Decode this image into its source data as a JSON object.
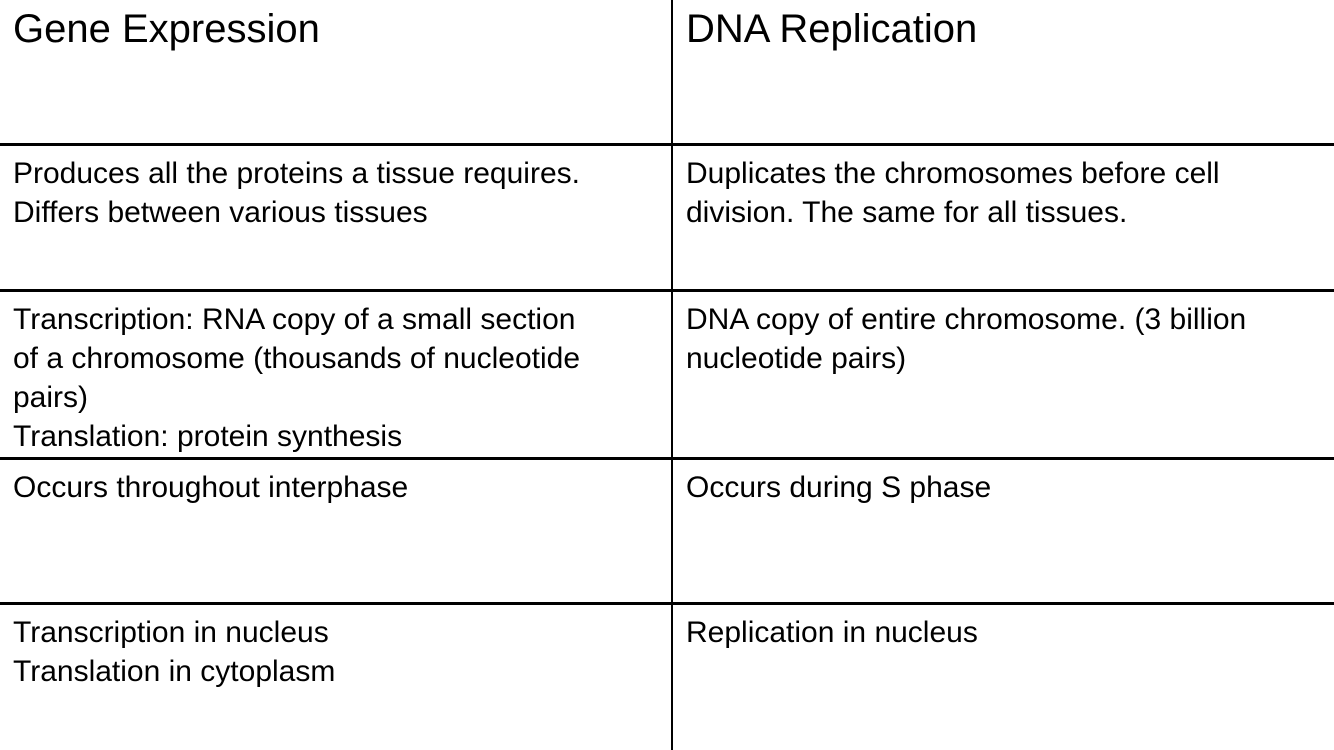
{
  "colors": {
    "background": "#ffffff",
    "text": "#000000",
    "border": "#000000"
  },
  "table": {
    "headers": [
      "Gene Expression",
      "DNA Replication"
    ],
    "rows": [
      {
        "cells": [
          "Produces all the proteins a tissue requires.\nDiffers between various tissues",
          "Duplicates the chromosomes before cell\ndivision. The same for all tissues."
        ]
      },
      {
        "cells": [
          "Transcription: RNA copy of a small section\nof a chromosome (thousands of nucleotide\npairs)\nTranslation: protein synthesis",
          "DNA copy of entire chromosome. (3 billion\nnucleotide pairs)"
        ]
      },
      {
        "cells": [
          "Occurs throughout interphase",
          "Occurs during S phase"
        ]
      },
      {
        "cells": [
          "Transcription in nucleus\nTranslation in cytoplasm",
          "Replication in nucleus"
        ]
      }
    ]
  }
}
